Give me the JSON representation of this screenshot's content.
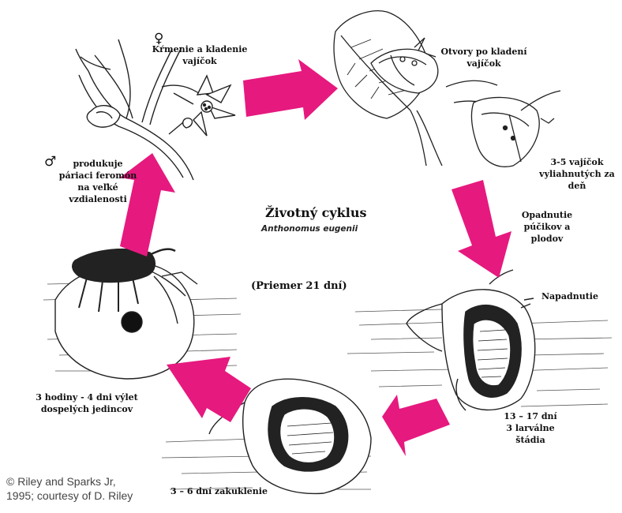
{
  "title": "Životný cyklus",
  "species": "Anthonomus eugenii",
  "average": "(Priemer 21 dní)",
  "arrow_color": "#e6197f",
  "stages": {
    "mating_text": "Kŕmenie a kladenie vajíčok",
    "female_symbol": "♀",
    "oviposition_holes": "Otvory po kladení vajíčok",
    "eggs_hatched": "3-5 vajíčok vyliahnutých za deň",
    "bud_drop": "Opadnutie púčikov a plodov",
    "infestation": "Napadnutie",
    "larval_period": "13 – 17 dní",
    "larval_stages": "3 larválne štádia",
    "pupation": "3 – 6 dní zakuklenie",
    "emergence": "3 hodiny - 4 dni výlet dospelých jedincov",
    "male_symbol": "♂",
    "pheromone": "produkuje páriaci feromón na veľké vzdialenosti"
  },
  "credit": {
    "line1": "© Riley and Sparks Jr,",
    "line2": "1995; courtesy of D. Riley"
  }
}
